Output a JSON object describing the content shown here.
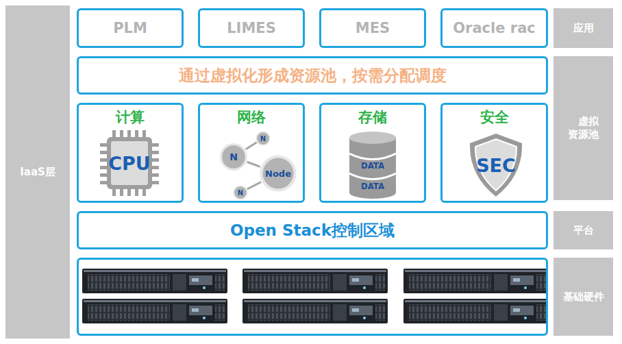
{
  "diagram": {
    "nodes": [
      {
        "text": [
          "IaaS层"
        ]
      },
      {
        "text": [
          "PLM"
        ]
      },
      {
        "text": [
          "LIMES"
        ]
      },
      {
        "text": [
          "MES"
        ]
      },
      {
        "text": [
          "Oracle rac"
        ]
      },
      {
        "text": [
          "应用"
        ]
      },
      {
        "text": [
          "通过虚拟化形成资源池，按需分配调度"
        ]
      },
      {
        "text": [
          "计算"
        ]
      },
      {
        "text": [
          "CPU"
        ],
        "in": 7
      },
      {
        "text": [
          "网络"
        ]
      },
      {
        "text": [
          "N"
        ],
        "in": 9
      },
      {
        "text": [
          "N"
        ],
        "in": 9
      },
      {
        "text": [
          "Node"
        ],
        "in": 9
      },
      {
        "text": [
          "N"
        ],
        "in": 9
      },
      {
        "text": [
          "存储"
        ]
      },
      {
        "text": [
          "DATA",
          "DATA"
        ],
        "in": 14
      },
      {
        "text": [
          "安全"
        ]
      },
      {
        "text": [
          "SEC"
        ],
        "in": 16
      },
      {
        "text": [
          "虚拟资源池"
        ]
      },
      {
        "text": [
          "Open Stack控制区域"
        ]
      },
      {
        "text": [
          "平台"
        ]
      },
      {
        "text": [
          "基础硬件"
        ]
      }
    ],
    "edges": [
      {
        "from": 11,
        "to": 10,
        "arrow": "none"
      },
      {
        "from": 11,
        "to": 12,
        "arrow": "none"
      },
      {
        "from": 12,
        "to": 13,
        "arrow": "none"
      }
    ]
  }
}
